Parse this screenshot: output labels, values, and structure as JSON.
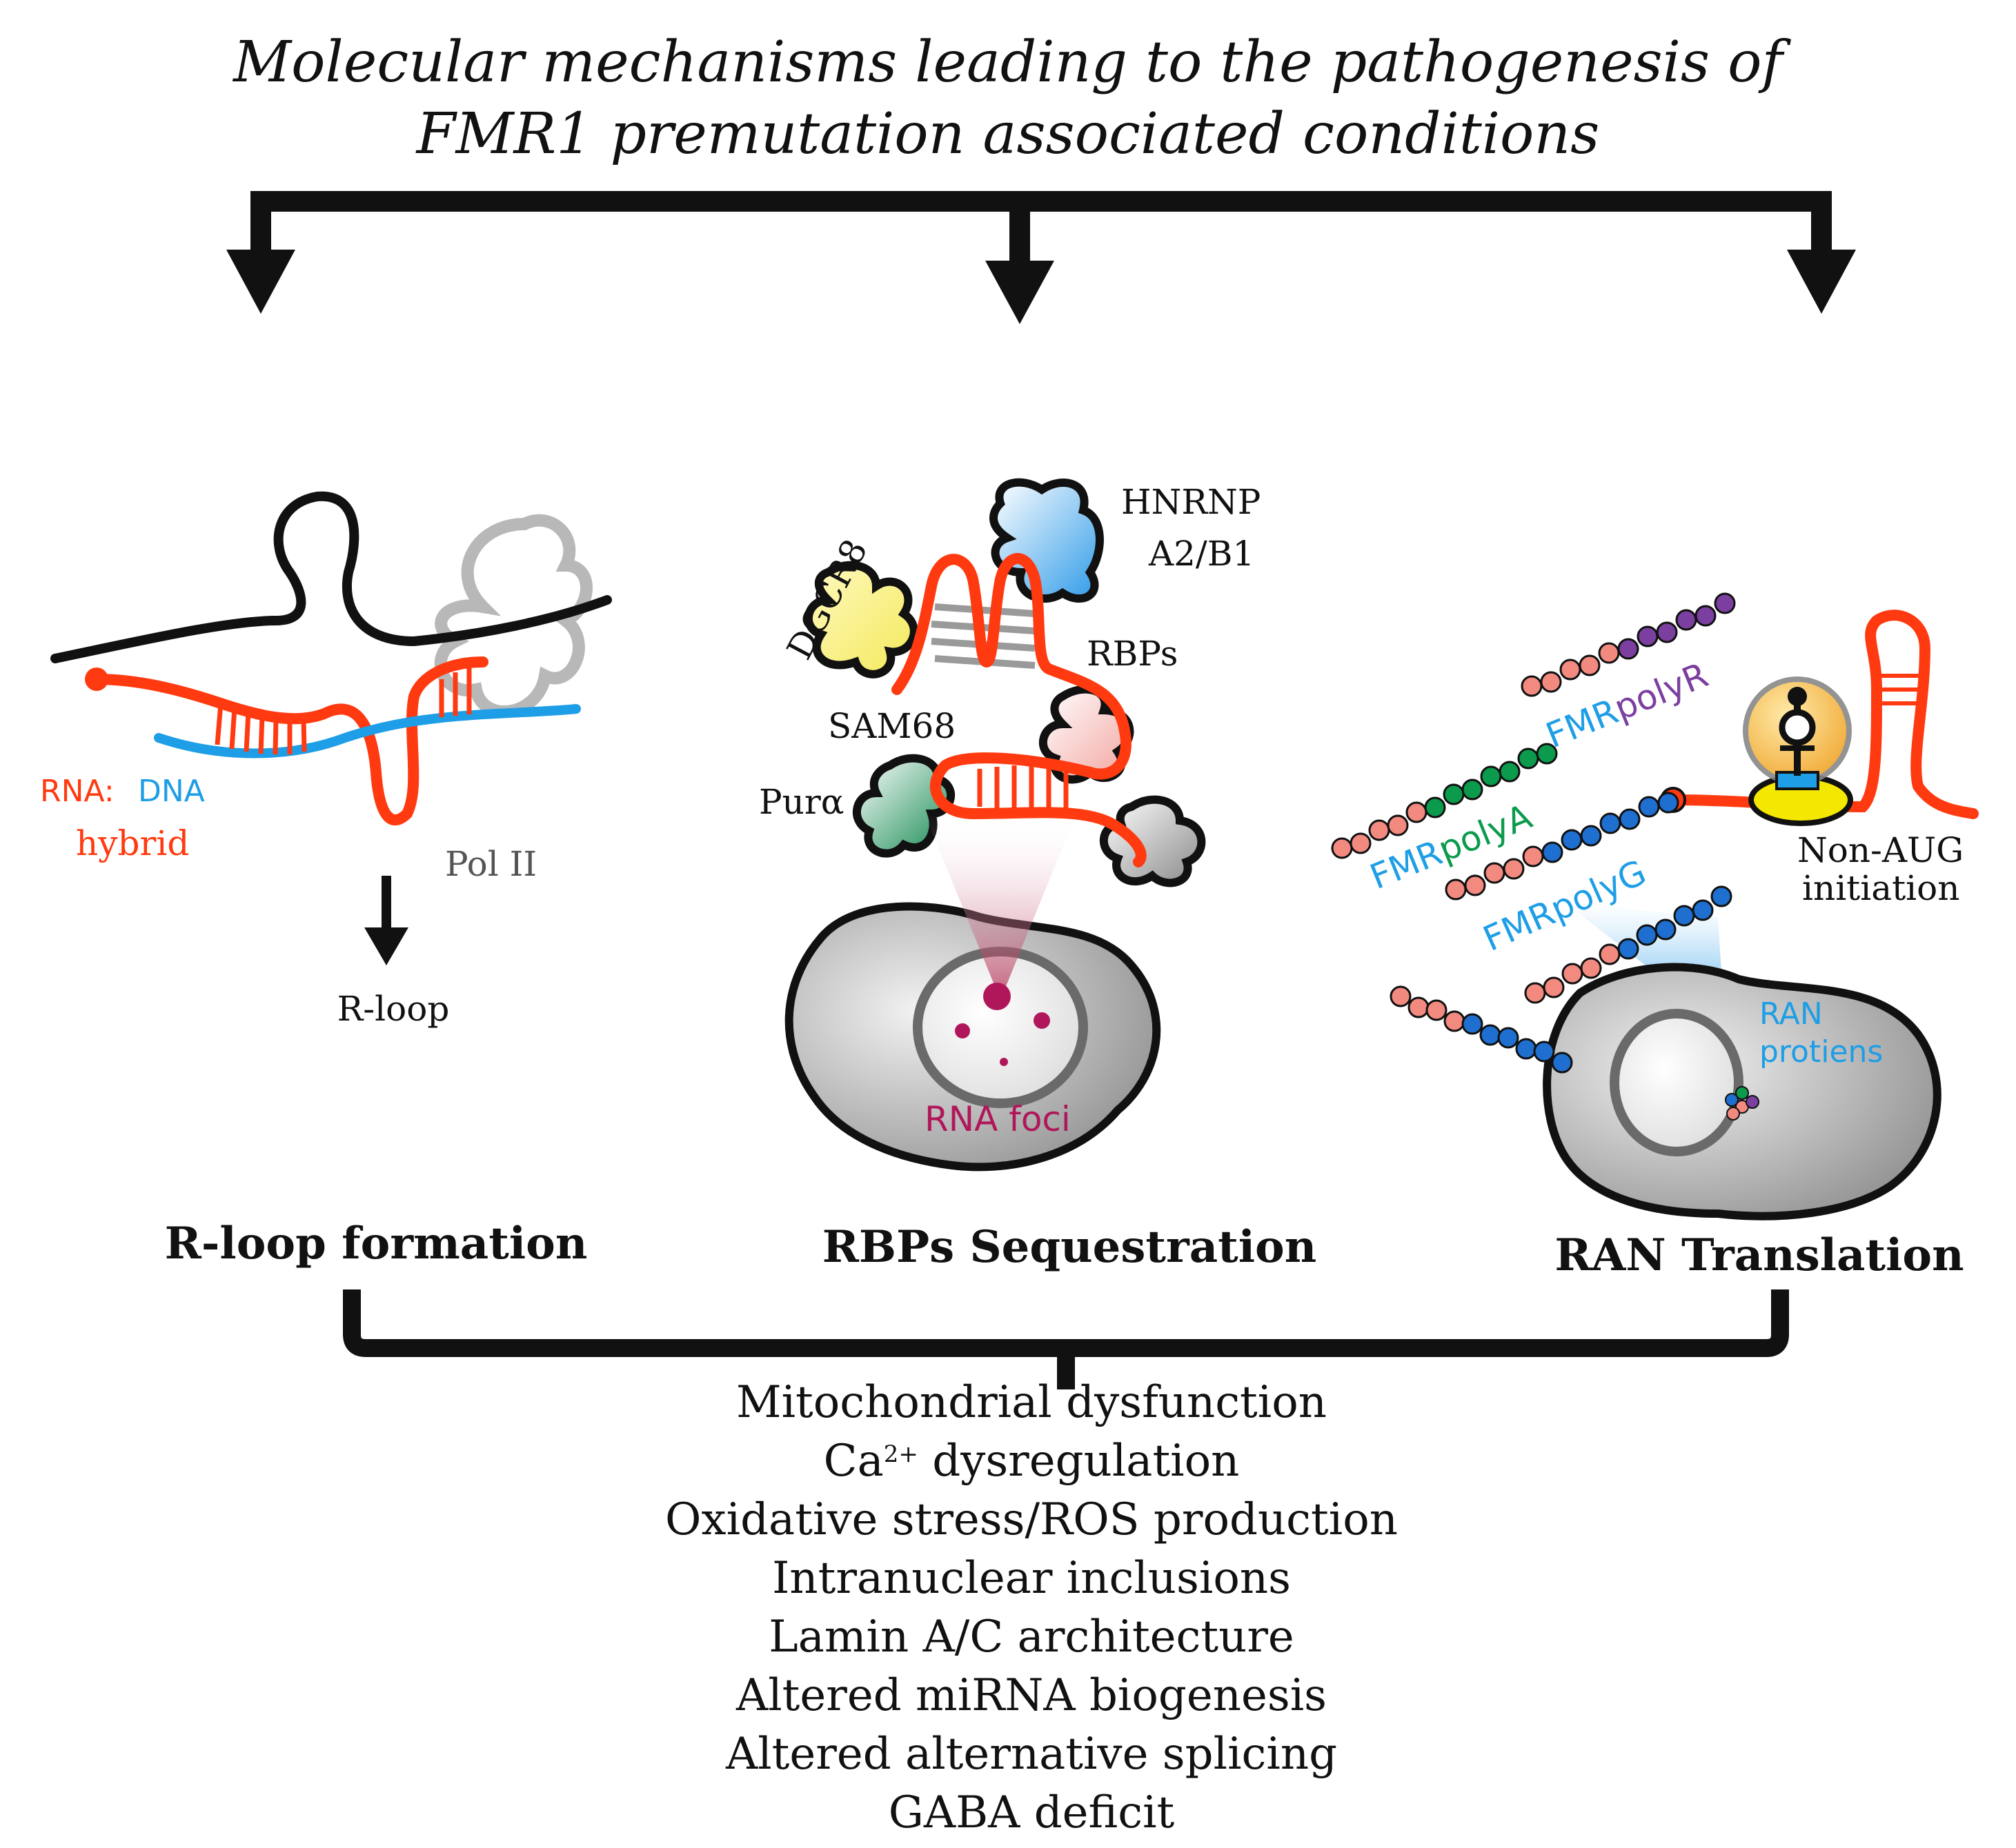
{
  "title": {
    "line1": "Molecular mechanisms leading to the pathogenesis of",
    "line2": "FMR1 premutation associated conditions"
  },
  "panel_rloop": {
    "label_rna": "RNA:",
    "label_dna": "DNA",
    "label_hybrid": "hybrid",
    "label_pol": "Pol II",
    "label_result": "R-loop",
    "heading": "R-loop formation"
  },
  "panel_rbps": {
    "label_hnrnp_1": "HNRNP",
    "label_hnrnp_2": "A2/B1",
    "label_dgcr8": "DGCR8",
    "label_rbps": "RBPs",
    "label_sam68": "SAM68",
    "label_pura": "Purα",
    "label_foci": "RNA  foci",
    "heading": "RBPs Sequestration"
  },
  "panel_ran": {
    "label_polyr_prefix": "FMR",
    "label_polyr_suffix": "polyR",
    "label_polya_prefix": "FMR",
    "label_polya_suffix": "polyA",
    "label_polyg_prefix": "FMR",
    "label_polyg_suffix": "polyG",
    "label_nonaug_1": "Non-AUG",
    "label_nonaug_2": "initiation",
    "label_ran_1": "RAN",
    "label_ran_2": "protiens",
    "heading": "RAN Translation"
  },
  "outcomes": {
    "items": [
      "Mitochondrial  dysfunction",
      "Ca",
      "Oxidative stress/ROS production",
      "Intranuclear inclusions",
      "Lamin A/C architecture",
      "Altered miRNA biogenesis",
      "Altered alternative  splicing",
      "GABA deficit"
    ],
    "ca_superscript": "2+",
    "ca_rest": " dysregulation"
  },
  "colors": {
    "rna": "#ff3a10",
    "dna": "#1e9ee6",
    "black": "#111111",
    "polyA": "#0c9a4c",
    "polyR": "#7b3fa0",
    "polyG": "#1e9ee6",
    "ran_text": "#1e9ee6",
    "foci": "#b0175a"
  }
}
